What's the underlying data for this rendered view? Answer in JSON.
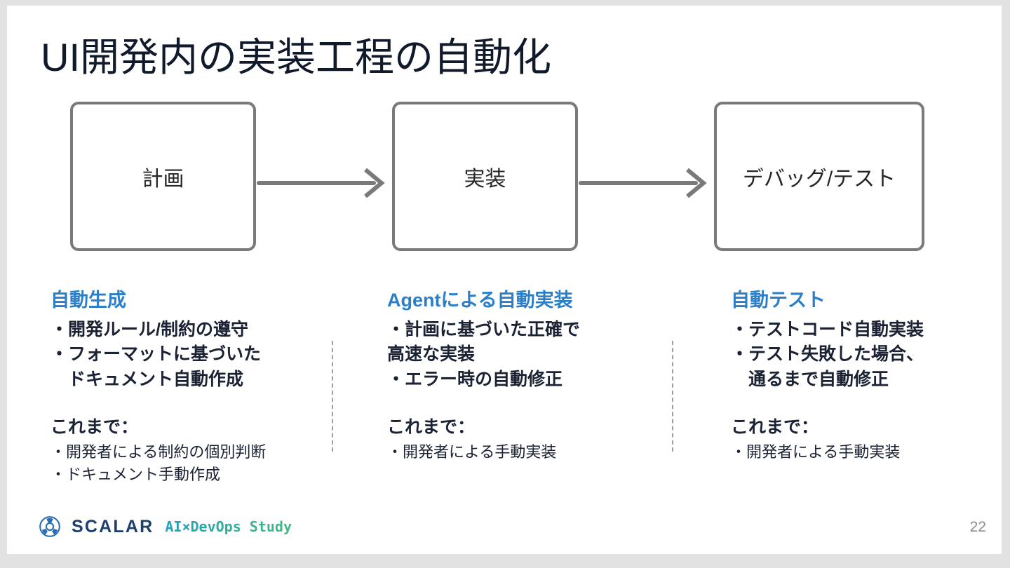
{
  "slide": {
    "title": "UI開発内の実装工程の自動化",
    "page_number": "22",
    "accent_color": "#2a7fc8",
    "text_color": "#1a2233",
    "box_border_color": "#7a7a7a",
    "arrow_color": "#7a7a7a",
    "divider_color": "#9aa0a6"
  },
  "flow": {
    "steps": [
      {
        "label": "計画"
      },
      {
        "label": "実装"
      },
      {
        "label": "デバッグ/テスト"
      }
    ],
    "arrows": [
      {
        "name": "arrow-plan-to-impl"
      },
      {
        "name": "arrow-impl-to-debug"
      }
    ]
  },
  "columns": [
    {
      "heading": "自動生成",
      "bullets": [
        "・開発ルール/制約の遵守",
        "・フォーマットに基づいた",
        "　ドキュメント自動作成"
      ],
      "past_heading": "これまで：",
      "past_bullets": [
        "・開発者による制約の個別判断",
        "・ドキュメント手動作成"
      ]
    },
    {
      "heading": "Agentによる自動実装",
      "bullets": [
        "・計画に基づいた正確で",
        "高速な実装",
        "・エラー時の自動修正"
      ],
      "past_heading": "これまで：",
      "past_bullets": [
        "・開発者による手動実装"
      ]
    },
    {
      "heading": "自動テスト",
      "bullets": [
        "・テストコード自動実装",
        "・テスト失敗した場合、",
        "　通るまで自動修正"
      ],
      "past_heading": "これまで：",
      "past_bullets": [
        "・開発者による手動実装"
      ]
    }
  ],
  "footer": {
    "brand": "SCALAR",
    "tagline": "AI×DevOps Study",
    "logo_icon": "scalar-circular-logo-icon"
  }
}
